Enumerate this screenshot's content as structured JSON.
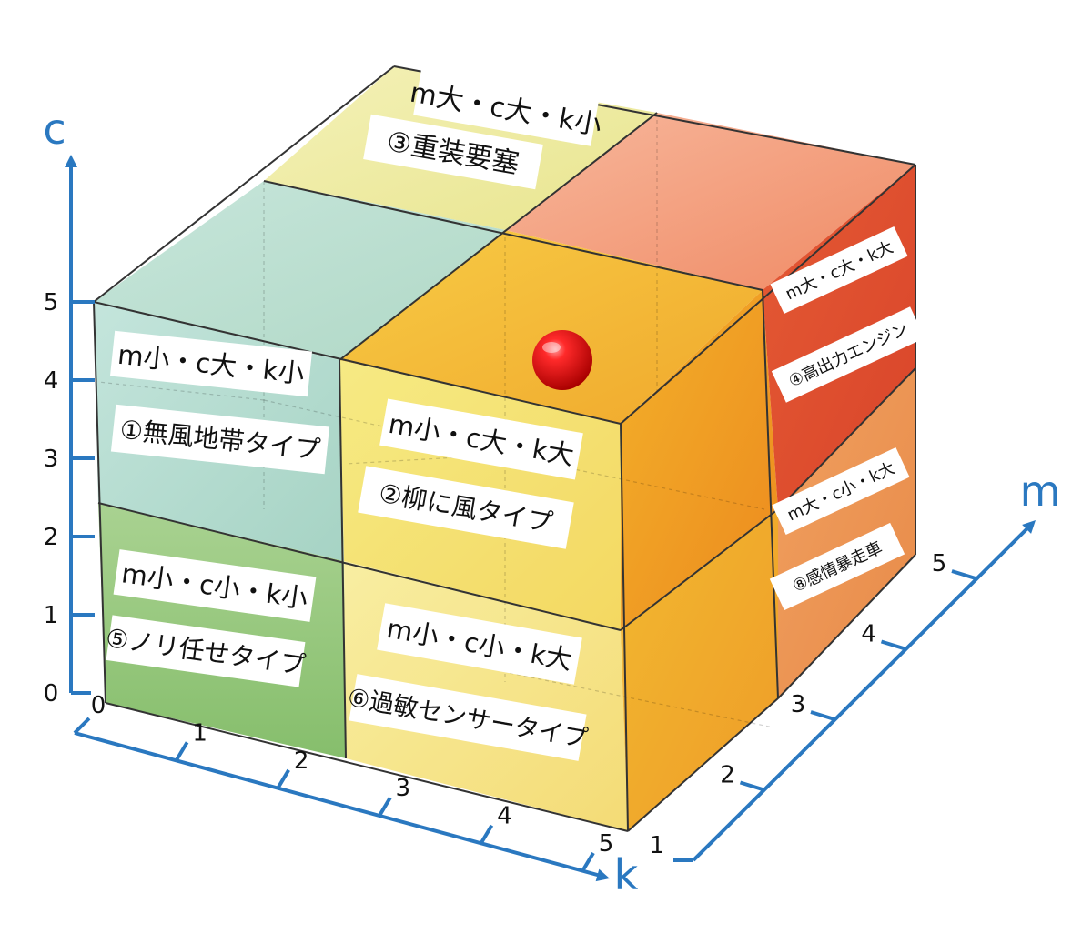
{
  "axes": {
    "c": {
      "name": "c",
      "ticks": [
        "0",
        "1",
        "2",
        "3",
        "4",
        "5"
      ]
    },
    "k": {
      "name": "k",
      "ticks": [
        "0",
        "1",
        "2",
        "3",
        "4",
        "5"
      ]
    },
    "m": {
      "name": "m",
      "ticks": [
        "1",
        "2",
        "3",
        "4",
        "5"
      ]
    }
  },
  "octants": [
    {
      "id": "3",
      "condition": "m大・c大・k小",
      "name": "③重装要塞",
      "color": "#e6e890"
    },
    {
      "id": "4",
      "condition": "m大・c大・k大",
      "name": "④高出力エンジン",
      "color": "#e2502e"
    },
    {
      "id": "1",
      "condition": "m小・c大・k小",
      "name": "①無風地帯タイプ",
      "color": "#a8d8c8"
    },
    {
      "id": "2",
      "condition": "m小・c大・k大",
      "name": "②柳に風タイプ",
      "color": "#f2c02c"
    },
    {
      "id": "5",
      "condition": "m小・c小・k小",
      "name": "⑤ノリ任せタイプ",
      "color": "#9ccc7a"
    },
    {
      "id": "6",
      "condition": "m小・c小・k大",
      "name": "⑥過敏センサータイプ",
      "color": "#f4d860"
    },
    {
      "id": "8",
      "condition": "m大・c小・k大",
      "name": "⑧感情暴走車",
      "color": "#ec8a44"
    }
  ],
  "marker": {
    "color": "#e01010"
  }
}
